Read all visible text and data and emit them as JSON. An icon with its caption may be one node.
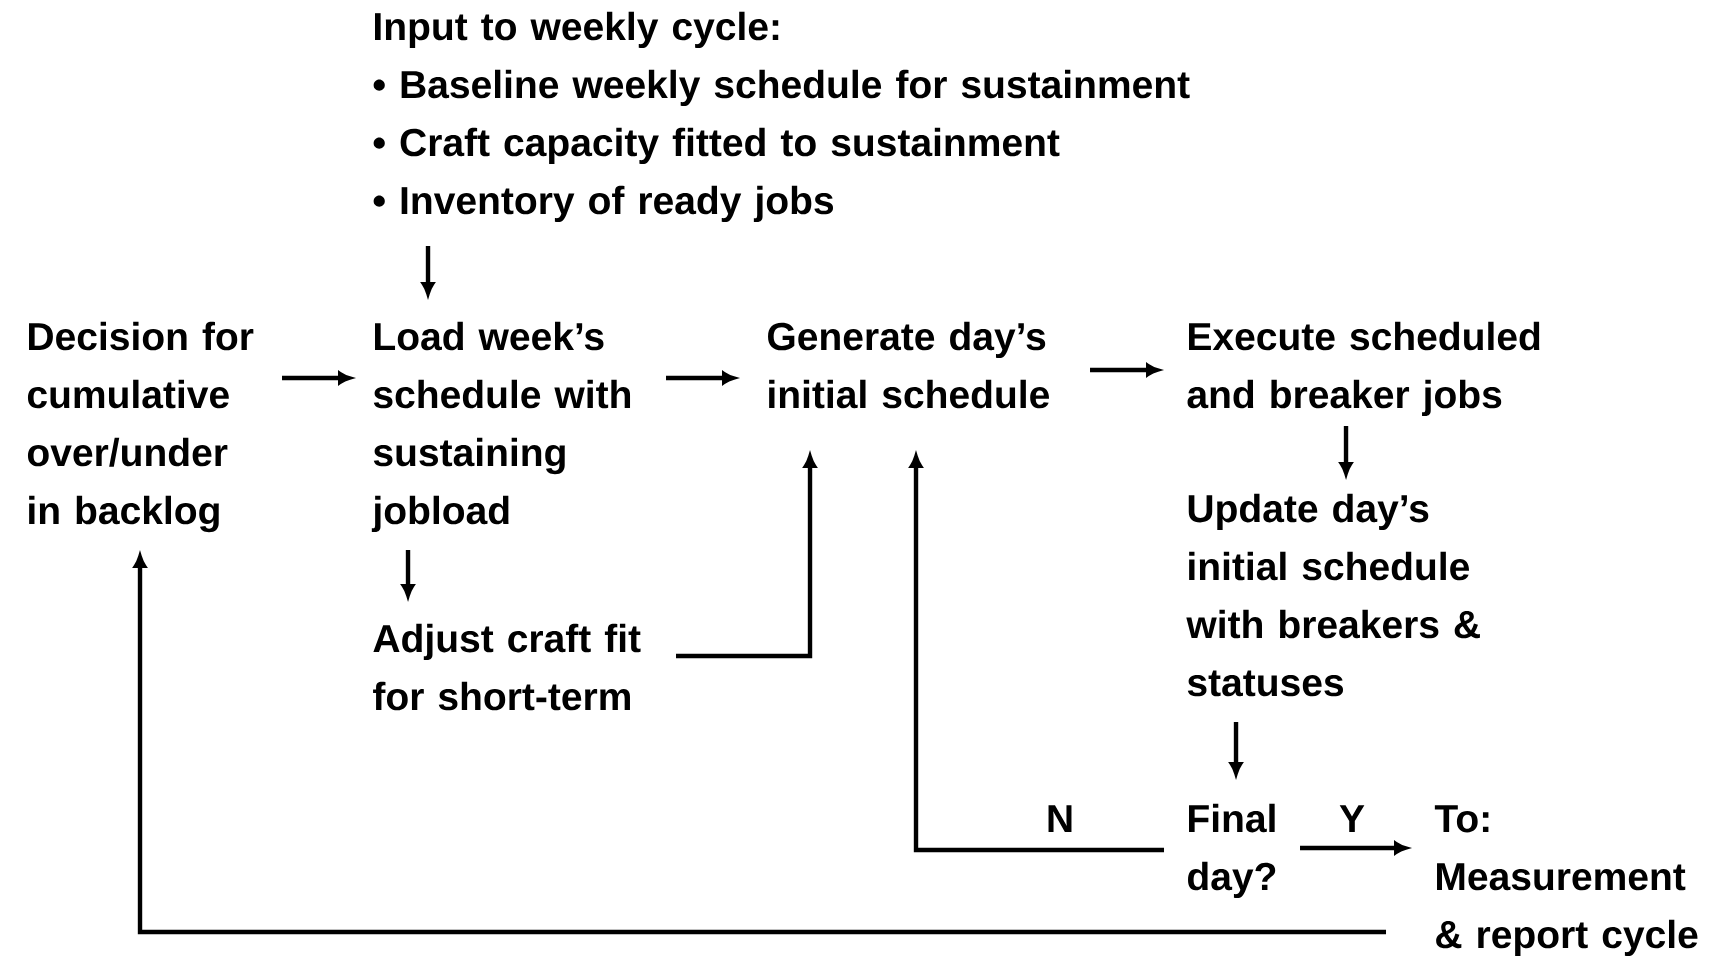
{
  "diagram": {
    "nodes": [
      {
        "text": [
          "Input to weekly cycle:",
          "• Baseline weekly schedule for sustainment",
          "• Craft capacity fitted to sustainment",
          "• Inventory of ready jobs"
        ]
      },
      {
        "text": [
          "Decision for cumulative over/under in backlog"
        ]
      },
      {
        "text": [
          "Load week’s schedule with sustaining jobload"
        ]
      },
      {
        "text": [
          "Adjust craft fit for short-term"
        ]
      },
      {
        "text": [
          "Generate day’s initial schedule"
        ]
      },
      {
        "text": [
          "Execute scheduled and breaker jobs"
        ]
      },
      {
        "text": [
          "Update day’s initial schedule with breakers & statuses"
        ]
      },
      {
        "text": [
          "Final day?"
        ]
      },
      {
        "text": [
          "To: Measurement & report cycle"
        ]
      }
    ],
    "edges": [
      {
        "from": 0,
        "to": 2,
        "arrow": "to"
      },
      {
        "from": 1,
        "to": 2,
        "arrow": "to"
      },
      {
        "from": 2,
        "to": 3,
        "arrow": "to"
      },
      {
        "from": 2,
        "to": 4,
        "arrow": "to"
      },
      {
        "from": 3,
        "to": 4,
        "arrow": "to"
      },
      {
        "from": 4,
        "to": 5,
        "arrow": "to"
      },
      {
        "from": 5,
        "to": 6,
        "arrow": "to"
      },
      {
        "from": 6,
        "to": 7,
        "arrow": "to"
      },
      {
        "from": 7,
        "to": 4,
        "arrow": "to",
        "label": "N"
      },
      {
        "from": 7,
        "to": 8,
        "arrow": "to",
        "label": "Y"
      },
      {
        "from": 8,
        "to": 1,
        "arrow": "to"
      }
    ]
  }
}
